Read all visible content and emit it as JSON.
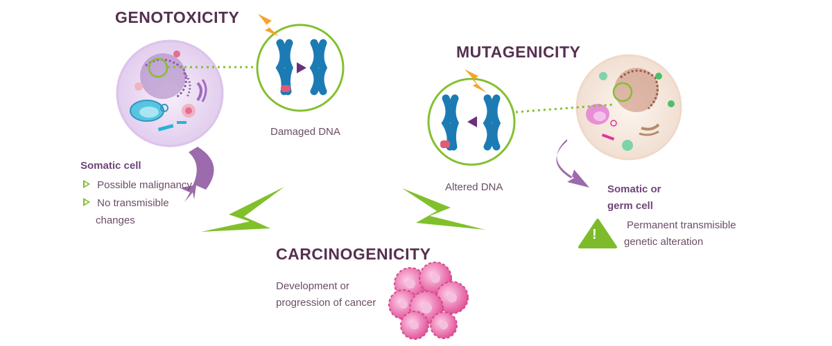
{
  "genotoxicity": {
    "title": "GENOTOXICITY",
    "dna_caption": "Damaged DNA",
    "outcome_title": "Somatic cell",
    "outcomes": [
      "Possible malignancy",
      "No transmisible",
      "changes"
    ]
  },
  "mutagenicity": {
    "title": "MUTAGENICITY",
    "dna_caption": "Altered DNA",
    "outcome_title_line1": "Somatic or",
    "outcome_title_line2": "germ cell",
    "warning_line1": "Permanent transmisible",
    "warning_line2": "genetic alteration",
    "warning_icon_text": "!"
  },
  "carcinogenicity": {
    "title": "CARCINOGENICITY",
    "desc_line1": "Development or",
    "desc_line2": "progression of cancer"
  },
  "colors": {
    "heading": "#55304f",
    "ring": "#84bf2f",
    "chromosome": "#1d7bb4",
    "chromosome_tip": "#e15b74",
    "arrow_purple": "#9b6bab",
    "lightning_green": "#80c02a",
    "bolt_orange": "#f6a32b"
  }
}
